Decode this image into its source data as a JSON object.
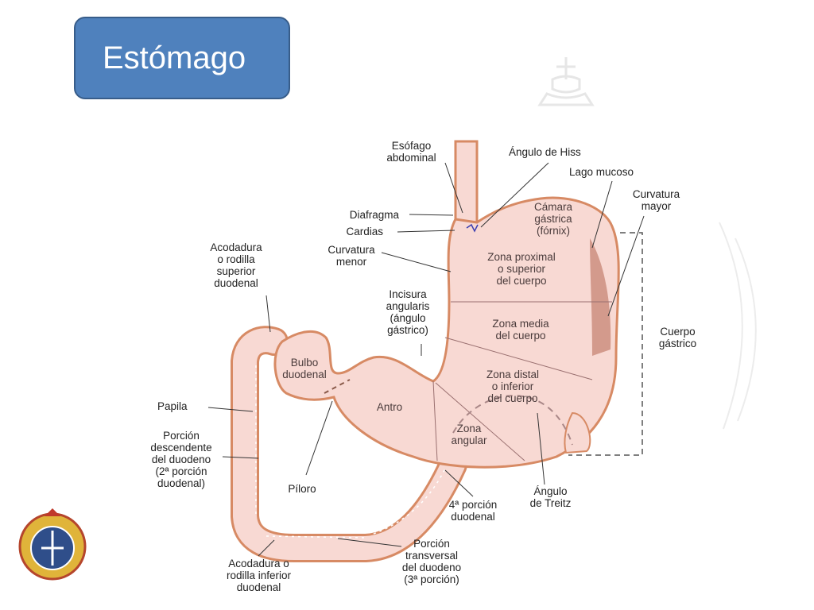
{
  "title": "Estómago",
  "colors": {
    "title_bg": "#4f81bd",
    "stomach_fill": "#f8d9d3",
    "stomach_outline": "#d78a64",
    "shading": "#c98a7a"
  },
  "icons": {
    "watermark": "cross-crest-watermark-icon",
    "university_seal": "university-seal-icon"
  },
  "labels": {
    "esofago": "Esófago\nabdominal",
    "hiss": "Ángulo de Hiss",
    "lago": "Lago mucoso",
    "curv_mayor": "Curvatura\nmayor",
    "diafragma": "Diafragma",
    "cardias": "Cardias",
    "camara": "Cámara\ngástrica\n(fórnix)",
    "curv_menor": "Curvatura\nmenor",
    "acod_sup": "Acodadura\no rodilla\nsuperior\nduodenal",
    "zona_prox": "Zona proximal\no superior\ndel cuerpo",
    "incisura": "Incisura\nangularis\n(ángulo\ngástrico)",
    "zona_media": "Zona media\ndel cuerpo",
    "cuerpo": "Cuerpo\ngástrico",
    "bulbo": "Bulbo\nduodenal",
    "zona_distal": "Zona distal\no inferior\ndel cuerpo",
    "papila": "Papila",
    "antro": "Antro",
    "zona_angular": "Zona\nangular",
    "porcion_desc": "Porción\ndescendente\ndel duodeno\n(2ª porción\nduodenal)",
    "piloro": "Píloro",
    "cuarta": "4ª porción\nduodenal",
    "treitz": "Ángulo\nde Treitz",
    "transversal": "Porción\ntransversal\ndel duodeno\n(3ª porción)",
    "acod_inf": "Acodadura o\nrodilla inferior\nduodenal"
  }
}
